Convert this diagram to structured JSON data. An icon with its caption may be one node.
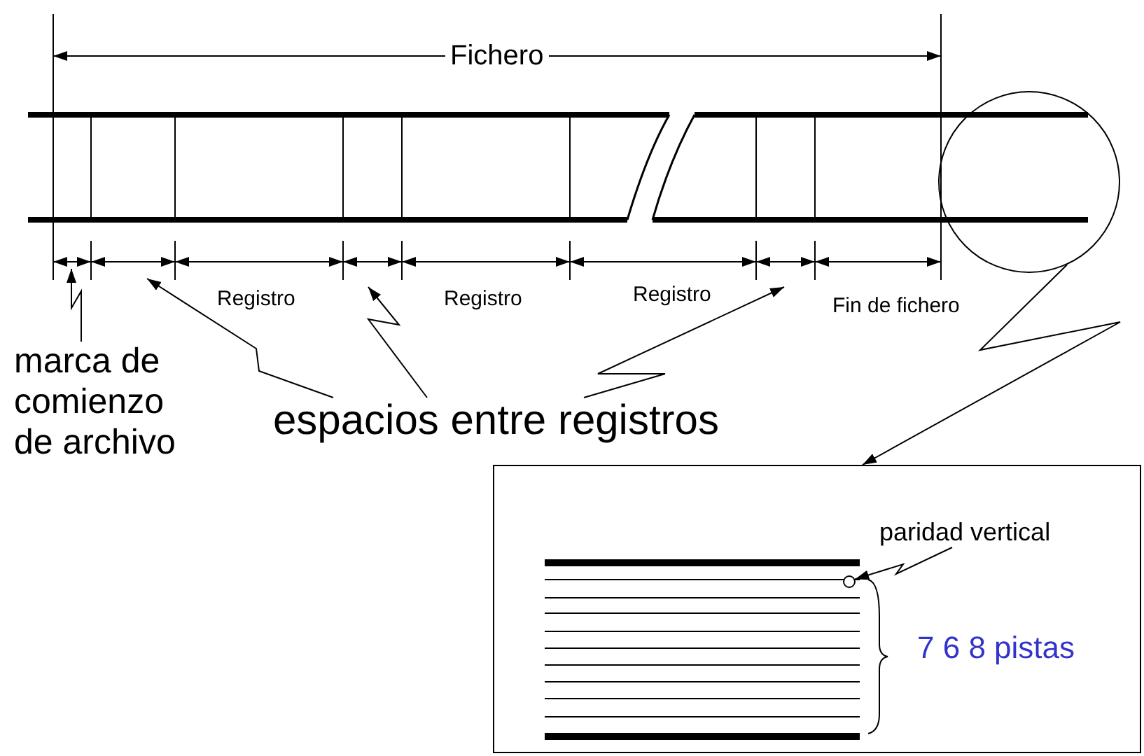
{
  "diagram": {
    "nodes": [
      {
        "text": [
          "marca de comienzo de archivo"
        ]
      },
      {
        "text": [
          "espacios entre registros"
        ]
      },
      {
        "text": [],
        "shape": "circle"
      },
      {
        "text": [],
        "shape": "box"
      },
      {
        "text": [
          "paridad vertical"
        ],
        "in": 3
      },
      {
        "text": [],
        "shape": "circle",
        "in": 3
      }
    ],
    "edges": [
      {
        "from": 0,
        "to": null,
        "arrow": "to"
      },
      {
        "from": 1,
        "to": null,
        "arrow": "to"
      },
      {
        "from": 1,
        "to": null,
        "arrow": "to"
      },
      {
        "from": 1,
        "to": null,
        "arrow": "to"
      },
      {
        "from": 2,
        "to": 3,
        "arrow": "to"
      },
      {
        "from": 4,
        "to": 5,
        "arrow": "to"
      }
    ],
    "labels": [
      "Fichero",
      "Registro",
      "Registro",
      "Registro",
      "Fin de fichero",
      "7 6 8 pistas"
    ]
  }
}
